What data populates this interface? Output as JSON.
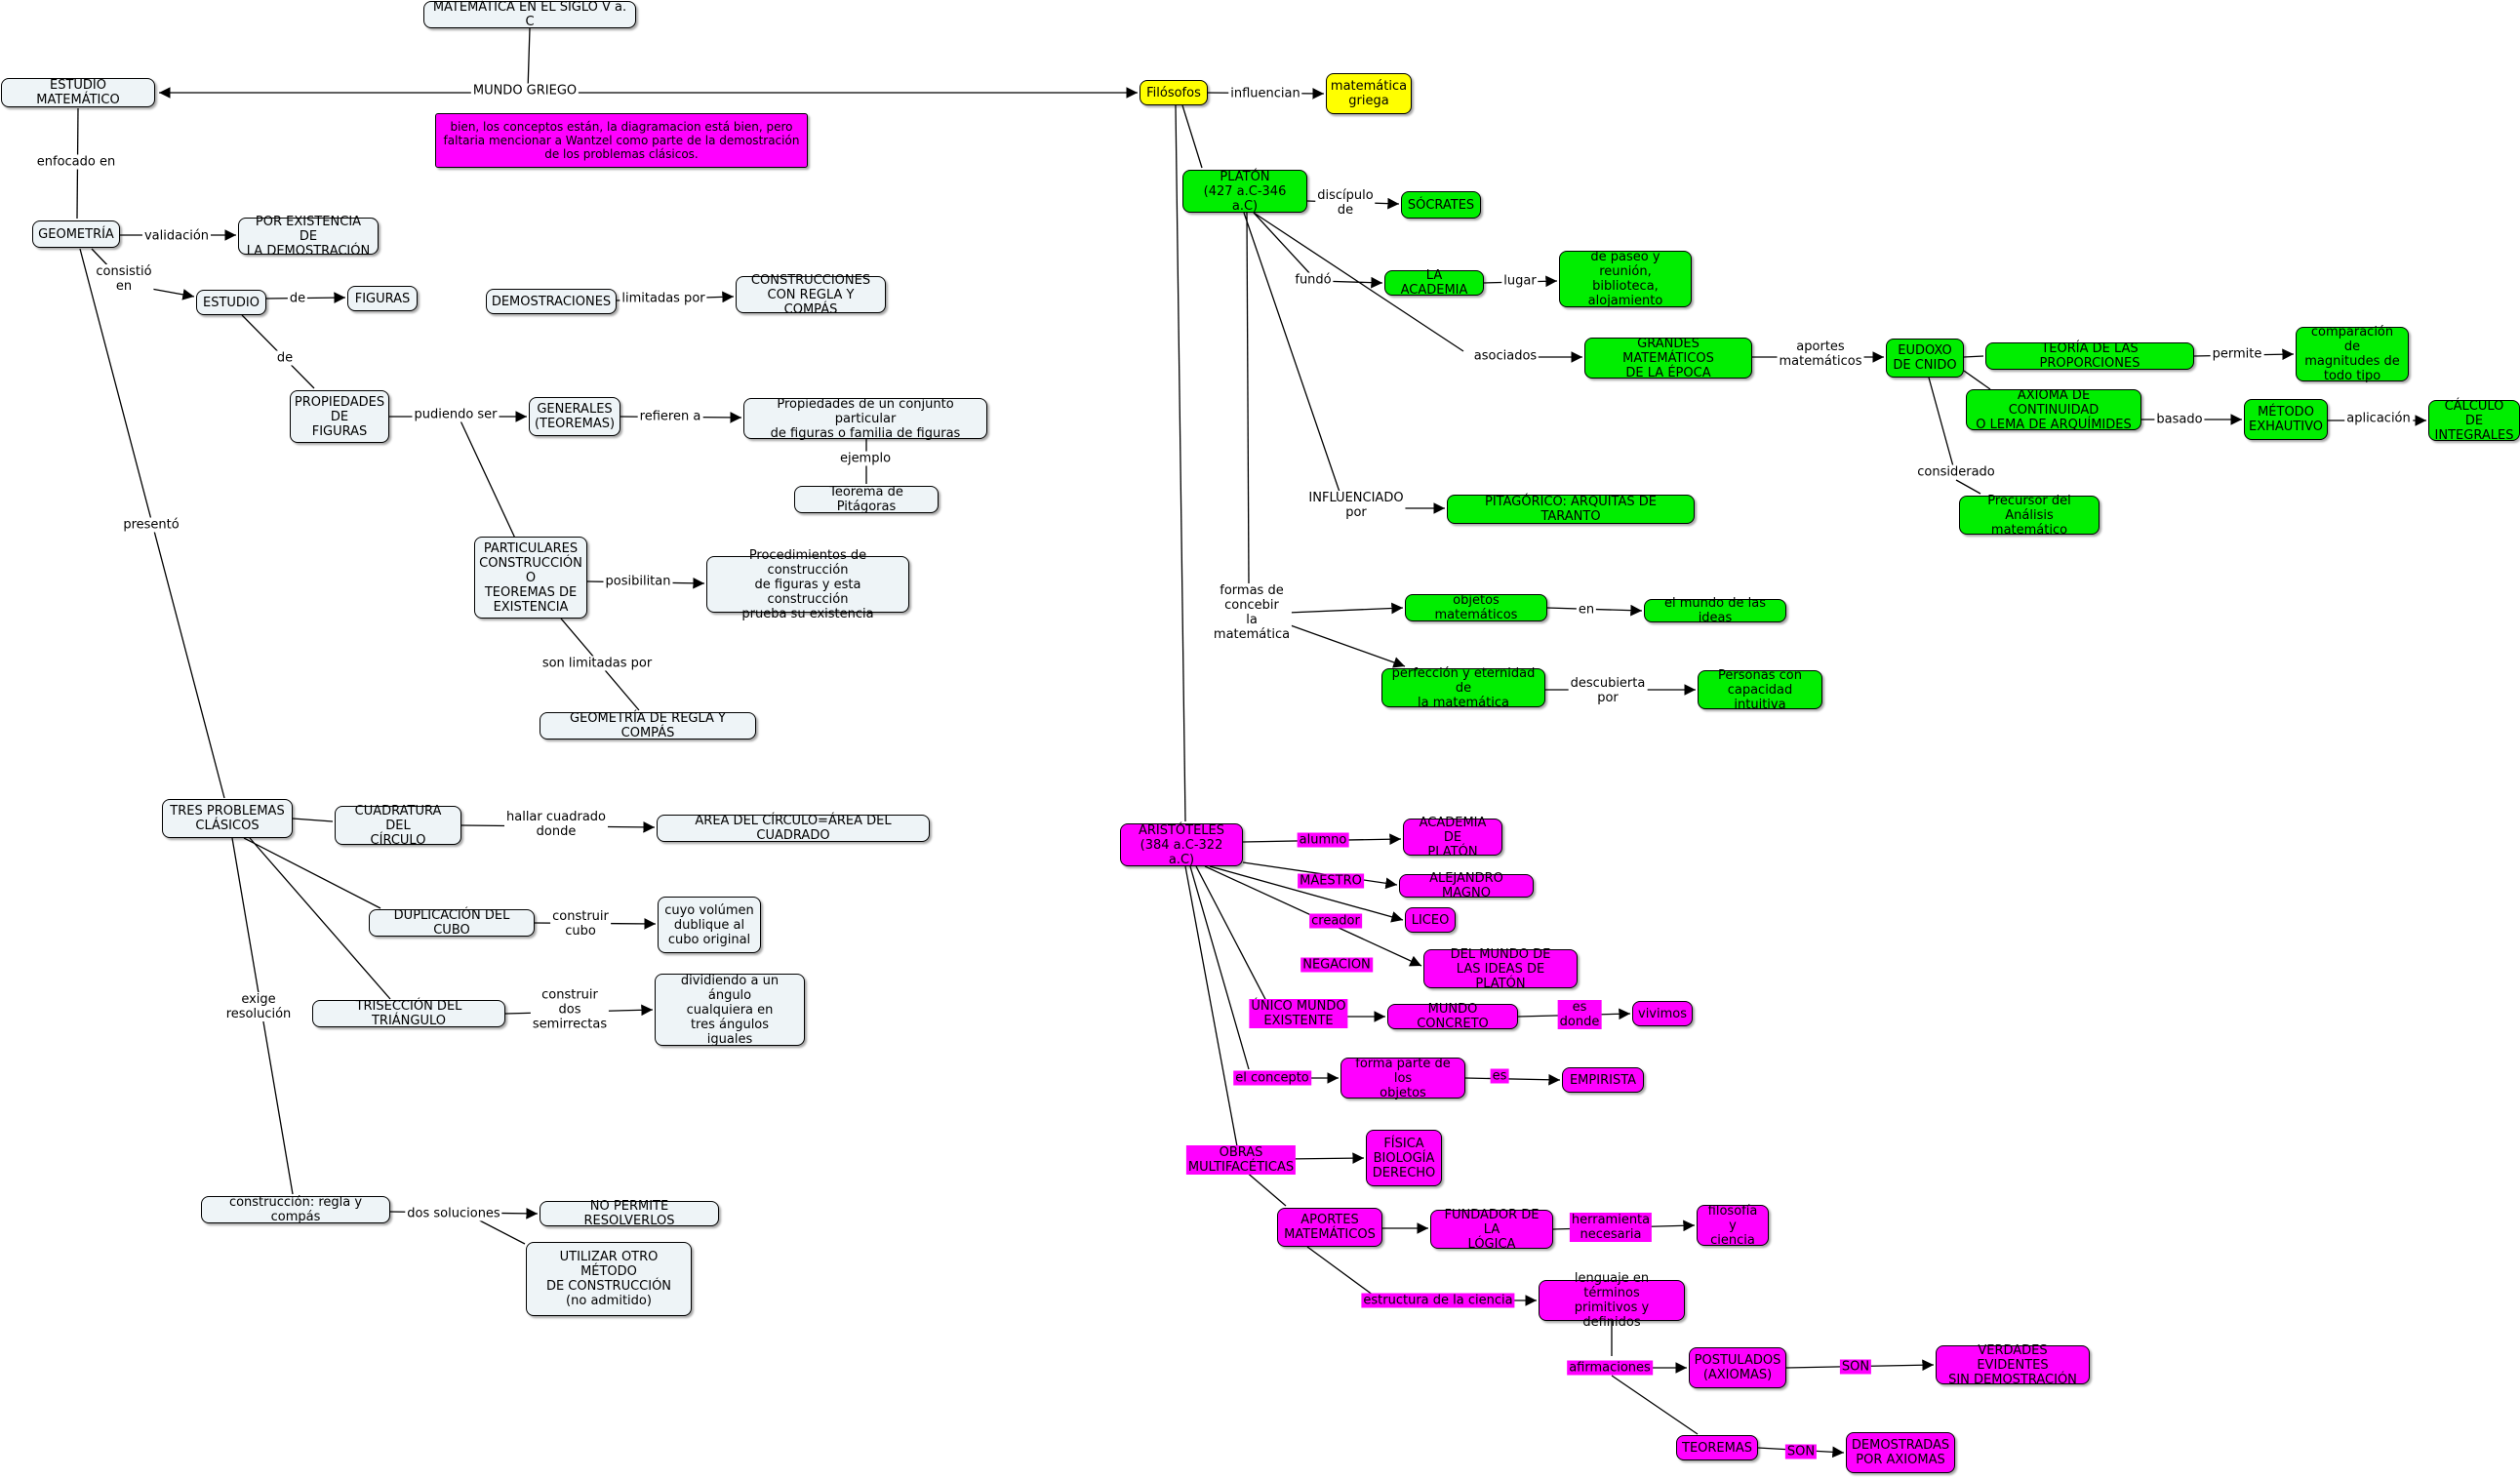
{
  "diagram": {
    "title": "MATEMÁTICA EN EL SIGLO V a. C",
    "colors": {
      "gray": "#eef4f7",
      "green": "#00ee00",
      "yellow": "#ffff00",
      "magenta": "#ff00ff",
      "line": "#000000"
    },
    "nodes": {
      "title": "MATEMÁTICA EN EL SIGLO V a. C",
      "estudio_matematico": "ESTUDIO MATEMÁTICO",
      "comment": "bien, los conceptos están, la diagramacion está bien, pero faltaria mencionar a Wantzel como parte de la demostración de los problemas clásicos.",
      "geometria": "GEOMETRÍA",
      "por_existencia": "POR EXISTENCIA DE\nLA DEMOSTRACIÓN",
      "estudio": "ESTUDIO",
      "figuras": "FIGURAS",
      "demostraciones": "DEMOSTRACIONES",
      "construcciones_regla": "CONSTRUCCIONES\nCON REGLA Y COMPÁS",
      "propiedades_figuras": "PROPIEDADES\nDE\nFIGURAS",
      "generales": "GENERALES\n(TEOREMAS)",
      "propiedades_conjunto": "Propiedades de un conjunto particular\nde figuras o familia de figuras",
      "teorema_pitagoras": "Teorema de Pitágoras",
      "particulares": "PARTICULARES\nCONSTRUCCIÓN\nO\nTEOREMAS DE\nEXISTENCIA",
      "procedimientos": "Procedimientos de construcción\nde figuras y esta construcción\nprueba su existencia",
      "geometria_regla": "GEOMETRÍA DE REGLA Y COMPÁS",
      "tres_problemas": "TRES PROBLEMAS\nCLÁSICOS",
      "cuadratura": "CUADRATURA DEL\nCÍRCULO",
      "area_circulo": "AREA DEL CÍRCULO=ÁREA DEL CUADRADO",
      "duplicacion": "DUPLICACIÓN DEL CUBO",
      "cuyo_volumen": "cuyo volúmen\ndublique al\ncubo original",
      "triseccion": "TRISECCIÓN DEL TRIÁNGULO",
      "dividiendo": "dividiendo a un ángulo\ncualquiera en\ntres ángulos\niguales",
      "construccion_regla": "construcción: regla y compás",
      "no_permite": "NO PERMITE RESOLVERLOS",
      "utilizar_otro": "UTILIZAR OTRO MÉTODO\nDE CONSTRUCCIÓN\n(no admitido)",
      "filosofos": "Filósofos",
      "matematica_griega": "matemática\ngriega",
      "platon": "PLATÓN\n(427 a.C-346 a.C)",
      "socrates": "SÓCRATES",
      "la_academia": "LA ACADEMIA",
      "de_paseo": "de paseo y reunión,\nbiblioteca,\nalojamiento",
      "grandes_matematicos": "GRANDES MATEMÁTICOS\nDE LA ÉPOCA",
      "eudoxo": "EUDOXO\nDE CNIDO",
      "teoria_proporciones": "TEORÍA DE LAS PROPORCIONES",
      "comparacion": "comparación de\nmagnitudes de\ntodo tipo",
      "axioma_continuidad": "AXIOMA DE CONTINUIDAD\nO LEMA DE ARQUÍMIDES",
      "metodo_exhaustivo": "MÉTODO\nEXHAUTIVO",
      "calculo_integrales": "CÁLCULO DE\nINTEGRALES",
      "precursor": "Precursor del Análisis\nmatemático",
      "pitagorico": "PITAGÓRICO: ARQUITAS DE TARANTO",
      "objetos_matematicos": "objetos matemáticos",
      "mundo_ideas": "el mundo de las ideas",
      "perfeccion": "perfección y eternidad de\nla matemática",
      "personas_capacidad": "Personas con\ncapacidad intuitiva",
      "aristoteles": "ARISTÓTELES\n(384 a.C-322 a.C)",
      "academia_platon": "ACADEMIA DE\nPLATÓN",
      "alejandro": "ALEJANDRO MAGNO",
      "liceo": "LICEO",
      "del_mundo_ideas": "DEL MUNDO DE\nLAS IDEAS  DE  PLATÓN",
      "mundo_concreto": "MUNDO CONCRETO",
      "vivimos": "vivimos",
      "forma_parte": "forma parte de los\nobjetos",
      "empirista": "EMPIRISTA",
      "fisica": "FÍSICA\nBIOLOGÍA\nDERECHO",
      "aportes_matematicos": "APORTES\nMATEMÁTICOS",
      "fundador_logica": "FUNDADOR DE LA\nLÓGICA",
      "filosofia_ciencia": "filosofía y\nciencia",
      "lenguaje_terminos": "lenguaje en términos\nprimitivos y definidos",
      "postulados": "POSTULADOS\n(AXIOMAS)",
      "verdades": "VERDADES EVIDENTES\nSIN DEMOSTRACIÓN",
      "teoremas": "TEOREMAS",
      "demostradas": "DEMOSTRADAS\nPOR AXIOMAS"
    },
    "labels": {
      "mundo_griego": "MUNDO GRIEGO",
      "enfocado_en": "enfocado en",
      "validacion": "validación",
      "consistio_en": "consistió\nen",
      "de_1": "de",
      "de_2": "de",
      "limitadas_por": "limitadas por",
      "pudiendo_ser": "pudiendo ser",
      "refieren_a": "refieren a",
      "ejemplo": "ejemplo",
      "posibilitan": "posibilitan",
      "son_limitadas_por": "son limitadas por",
      "presento": "presentó",
      "hallar_cuadrado": "hallar cuadrado\ndonde",
      "construir_cubo": "construir\ncubo",
      "construir_dos": "construir\ndos\nsemirrectas",
      "exige_resolucion": "exige\nresolución",
      "dos_soluciones": "dos soluciones",
      "influencian": "influencian",
      "discipulo_de": "discípulo\nde",
      "fundo": "fundó",
      "lugar": "lugar",
      "asociados": "asociados",
      "aportes_mat": "aportes\nmatemáticos",
      "permite": "permite",
      "basado": "basado",
      "aplicacion": "aplicación",
      "considerado": "considerado",
      "influenciado_por": "INFLUENCIADO\npor",
      "formas_concebir": "formas de\nconcebir\nla\nmatemática",
      "en": "en",
      "descubierta_por": "descubierta\npor",
      "alumno": "alumno",
      "maestro": "MAESTRO",
      "creador": "creador",
      "negacion": "NEGACION",
      "unico_mundo": "ÚNICO MUNDO\nEXISTENTE",
      "es_donde": "es\ndonde",
      "el_concepto": "el concepto",
      "es": "es",
      "obras_multifaceticas": "OBRAS\nMULTIFACÉTICAS",
      "herramienta_necesaria": "herramienta\nnecesaria",
      "estructura_ciencia": "estructura de la ciencia",
      "afirmaciones": "afirmaciones",
      "son_1": "SON",
      "son_2": "SON"
    }
  }
}
